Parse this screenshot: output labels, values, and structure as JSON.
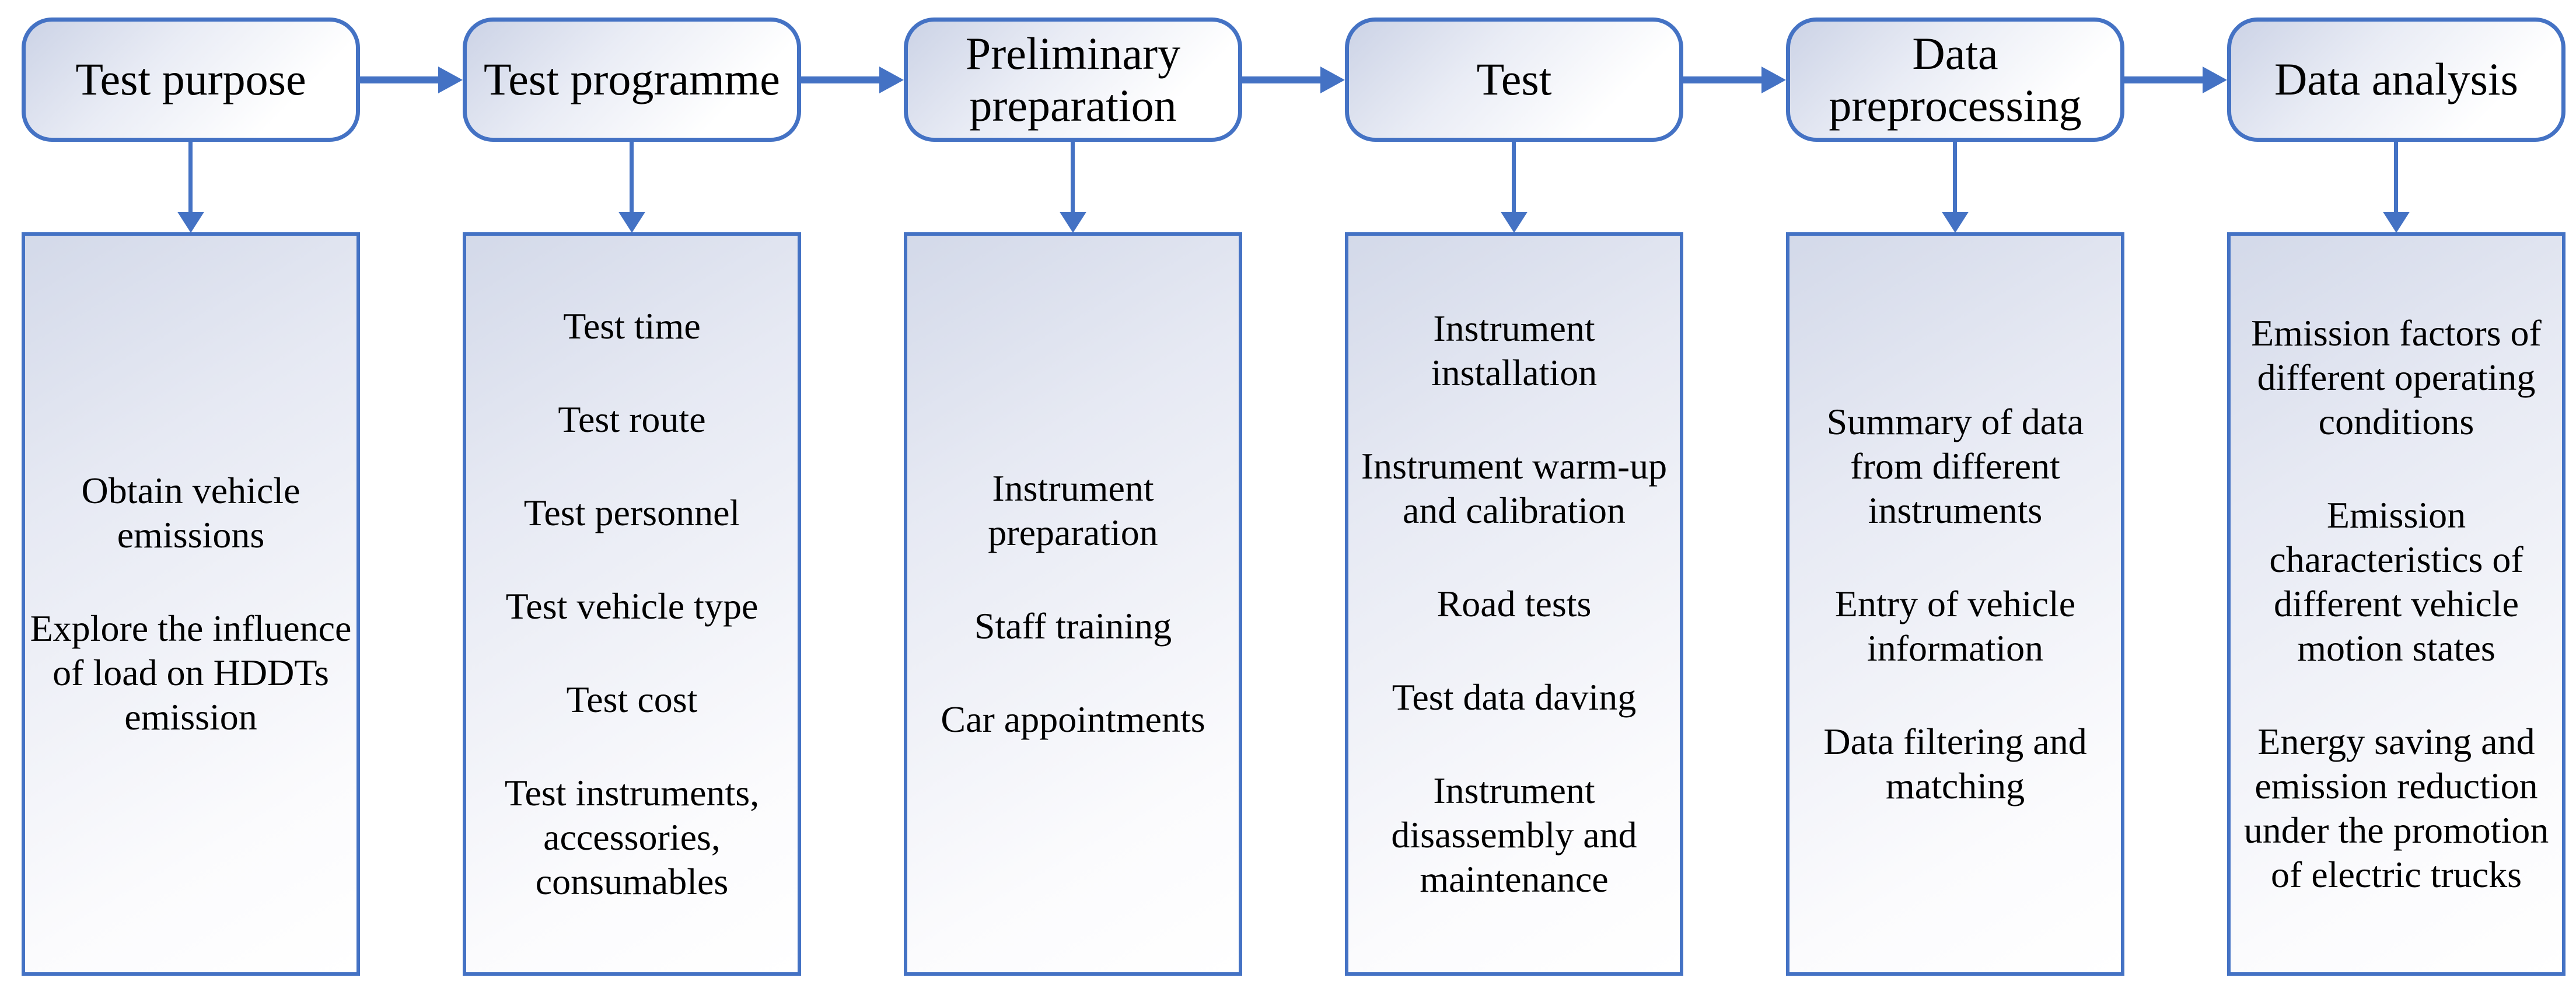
{
  "diagram": {
    "accent_color": "#4472C4",
    "fill_gradient_start": "#d3d9e9",
    "fill_gradient_end": "#ffffff",
    "columns": [
      {
        "title": "Test purpose",
        "items": [
          "Obtain vehicle emissions",
          "Explore the influence of load on HDDTs emission"
        ]
      },
      {
        "title": "Test programme",
        "items": [
          "Test time",
          "Test route",
          "Test personnel",
          "Test vehicle type",
          "Test cost",
          "Test instruments, accessories, consumables"
        ]
      },
      {
        "title": "Preliminary preparation",
        "items": [
          "Instrument preparation",
          "Staff training",
          "Car appointments"
        ]
      },
      {
        "title": "Test",
        "items": [
          "Instrument installation",
          "Instrument warm-up and calibration",
          "Road tests",
          "Test data daving",
          "Instrument disassembly and maintenance"
        ]
      },
      {
        "title": "Data preprocessing",
        "items": [
          "Summary of data from different instruments",
          "Entry of vehicle information",
          "Data filtering and matching"
        ]
      },
      {
        "title": "Data analysis",
        "items": [
          "Emission factors of different operating conditions",
          "Emission characteristics of different vehicle motion states",
          "Energy saving and emission reduction under the promotion of electric trucks"
        ]
      }
    ]
  }
}
